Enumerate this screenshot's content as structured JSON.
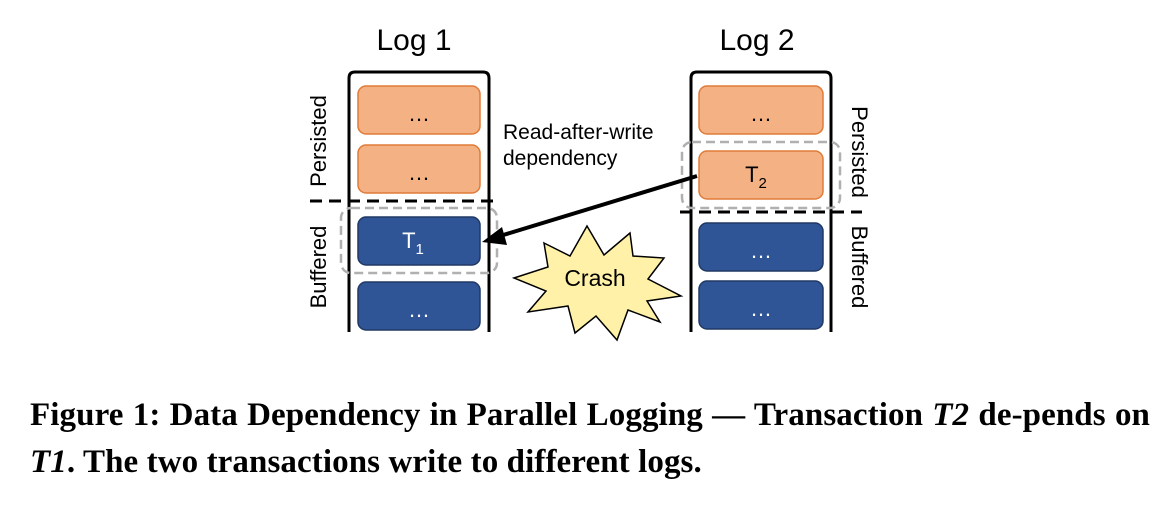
{
  "log1": {
    "title": "Log 1",
    "persisted_label": "Persisted",
    "buffered_label": "Buffered",
    "entries": [
      {
        "text": "…",
        "state": "persisted"
      },
      {
        "text": "…",
        "state": "persisted"
      },
      {
        "text": "T",
        "sub": "1",
        "state": "buffered"
      },
      {
        "text": "…",
        "state": "buffered"
      }
    ]
  },
  "log2": {
    "title": "Log 2",
    "persisted_label": "Persisted",
    "buffered_label": "Buffered",
    "entries": [
      {
        "text": "…",
        "state": "persisted"
      },
      {
        "text": "T",
        "sub": "2",
        "state": "persisted"
      },
      {
        "text": "…",
        "state": "buffered"
      },
      {
        "text": "…",
        "state": "buffered"
      }
    ]
  },
  "dependency_label_line1": "Read-after-write",
  "dependency_label_line2": "dependency",
  "crash_label": "Crash",
  "colors": {
    "persisted_fill": "#f4b183",
    "persisted_stroke": "#e07b39",
    "buffered_fill": "#2f5597",
    "buffered_stroke": "#203864",
    "crash_fill": "#fff2a8"
  },
  "caption": {
    "prefix": "Figure 1: Data Dependency in Parallel Logging — Transaction ",
    "t2": "T2",
    "mid": " de-pends on ",
    "t1": "T1",
    "suffix": ". The two transactions write to different logs."
  }
}
